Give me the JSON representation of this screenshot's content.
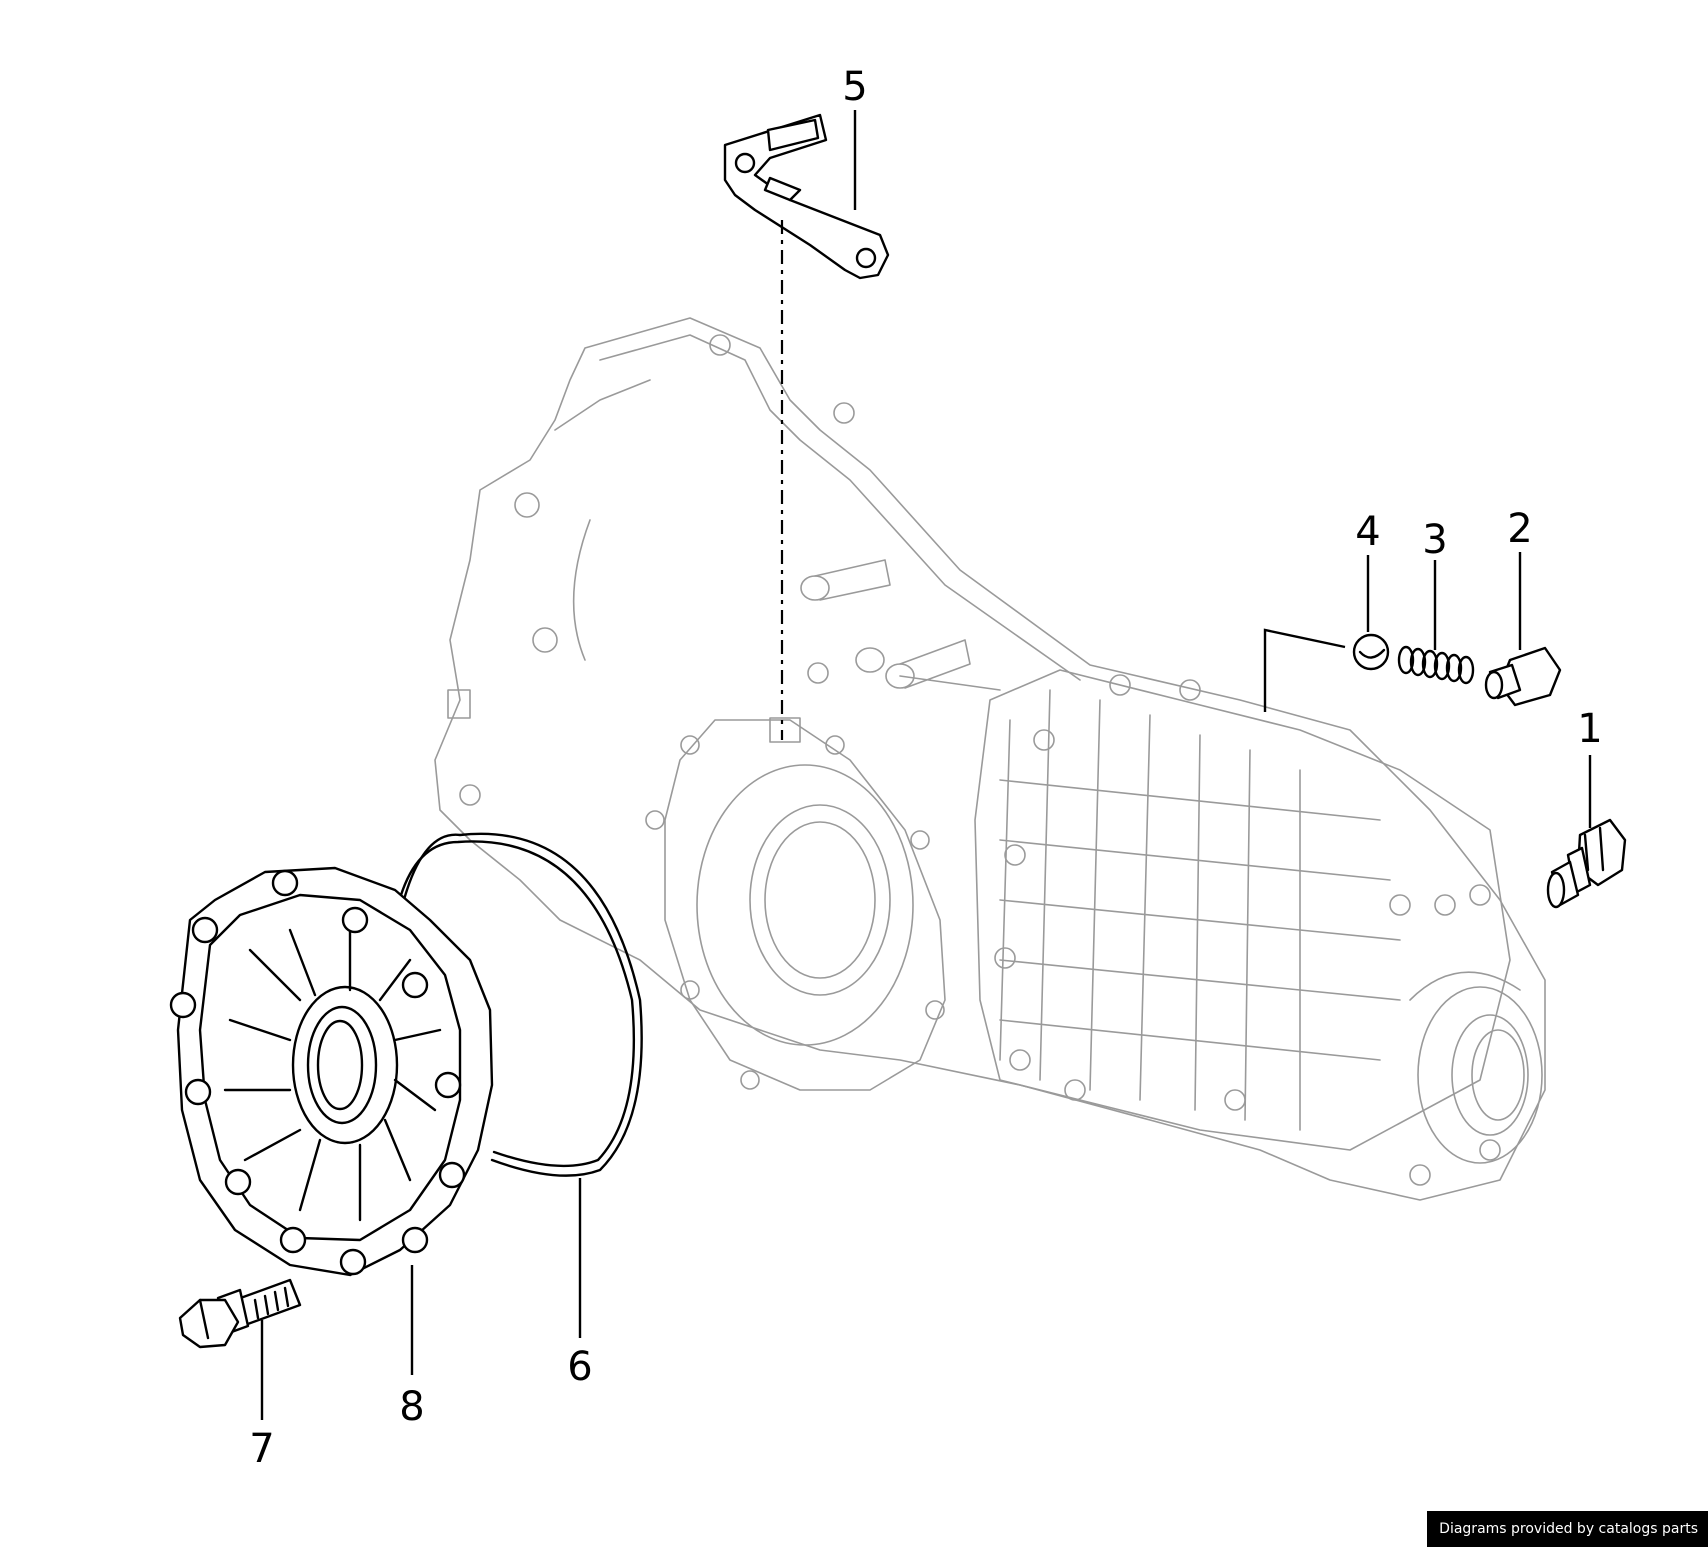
{
  "diagram": {
    "callouts": [
      {
        "id": "1",
        "label": "1"
      },
      {
        "id": "2",
        "label": "2"
      },
      {
        "id": "3",
        "label": "3"
      },
      {
        "id": "4",
        "label": "4"
      },
      {
        "id": "5",
        "label": "5"
      },
      {
        "id": "6",
        "label": "6"
      },
      {
        "id": "7",
        "label": "7"
      },
      {
        "id": "8",
        "label": "8"
      }
    ],
    "colors": {
      "parts": "#000000",
      "housing": "#9a9a9a",
      "background": "#ffffff"
    }
  },
  "footer": {
    "credit": "Diagrams provided by catalogs parts"
  }
}
